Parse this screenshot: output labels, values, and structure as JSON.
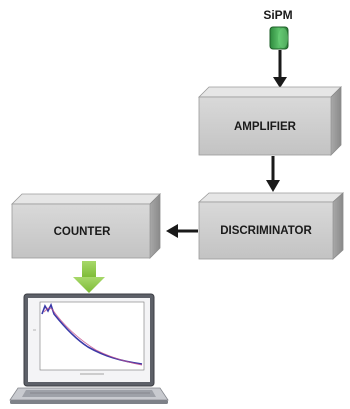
{
  "blocks": {
    "sipm_label": "SiPM",
    "amplifier_label": "AMPLIFIER",
    "discriminator_label": "DISCRIMINATOR",
    "counter_label": "COUNTER"
  },
  "colors": {
    "sipm_green": "#3a9e4a",
    "box_front": "#cfcfcf",
    "box_top": "#e6e6e6",
    "box_side": "#9a9a9a",
    "arrow_black": "#1a1a1a",
    "arrow_green": "#8cc63f",
    "curve": "#3a3aa8"
  },
  "icons": [
    "sipm-sensor-icon",
    "laptop-icon",
    "down-arrow-icon",
    "left-arrow-icon",
    "green-down-arrow-icon"
  ]
}
